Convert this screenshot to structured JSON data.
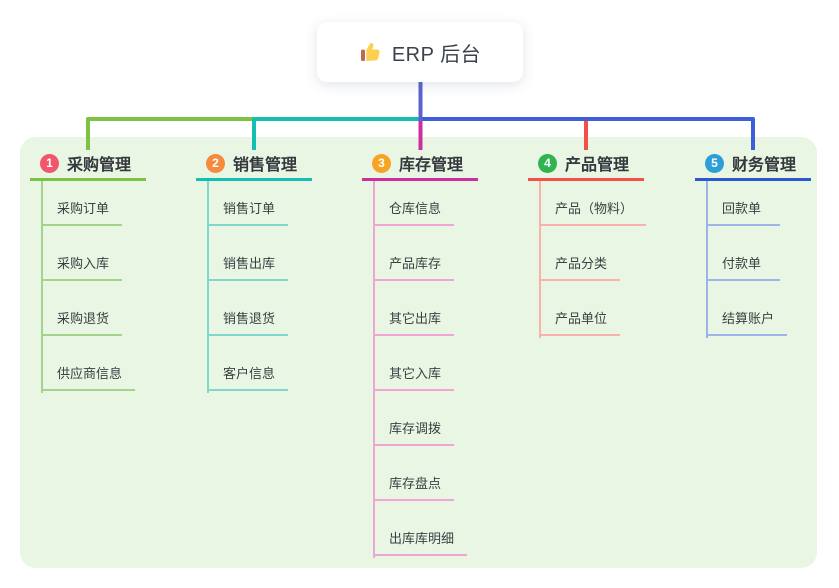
{
  "root": {
    "title": "ERP 后台",
    "icon": "thumbs-up-icon"
  },
  "panel": {
    "background": "#e8f6e3"
  },
  "connector_colors": {
    "root_line": "#5a63d0"
  },
  "branches": [
    {
      "number": "1",
      "label": "采购管理",
      "badge_color": "#f2566d",
      "line_color": "#7cc243",
      "child_line_color": "#a5d38b",
      "children": [
        "采购订单",
        "采购入库",
        "采购退货",
        "供应商信息"
      ]
    },
    {
      "number": "2",
      "label": "销售管理",
      "badge_color": "#f78b3d",
      "line_color": "#14bfb1",
      "child_line_color": "#82d7cc",
      "children": [
        "销售订单",
        "销售出库",
        "销售退货",
        "客户信息"
      ]
    },
    {
      "number": "3",
      "label": "库存管理",
      "badge_color": "#f7a426",
      "line_color": "#cb2f9f",
      "child_line_color": "#f0a6d2",
      "children": [
        "仓库信息",
        "产品库存",
        "其它出库",
        "其它入库",
        "库存调拨",
        "库存盘点",
        "出库库明细"
      ]
    },
    {
      "number": "4",
      "label": "产品管理",
      "badge_color": "#31b450",
      "line_color": "#f2514a",
      "child_line_color": "#f8b2ac",
      "children": [
        "产品（物料）",
        "产品分类",
        "产品单位"
      ]
    },
    {
      "number": "5",
      "label": "财务管理",
      "badge_color": "#2d9fd8",
      "line_color": "#2e57ce",
      "connector_color": "#3d60d8",
      "child_line_color": "#9db4e8",
      "children": [
        "回款单",
        "付款单",
        "结算账户"
      ]
    }
  ]
}
